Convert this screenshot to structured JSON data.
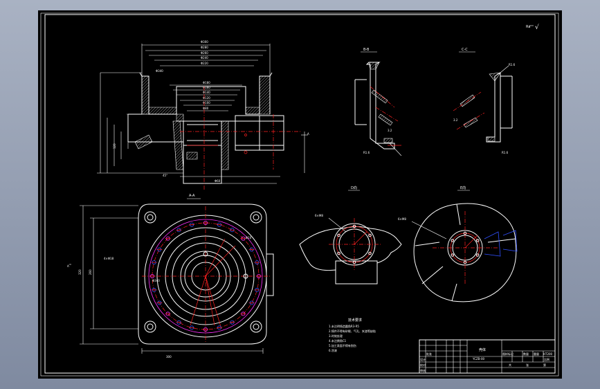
{
  "drawing": {
    "roughness_mark": "√",
    "section_labels": {
      "aa": "A-A",
      "bb": "B-B",
      "cc": "C-C",
      "dd": "D"
    },
    "tech_notes": {
      "heading": "技术要求",
      "lines": [
        "1.未注明铸造圆角R3-R5",
        "2.铸件不得有砂眼、气孔、夹渣等缺陷",
        "3.时效处理",
        "4.未注倒角C1",
        "5.加工表面不得有划伤",
        "6.涂漆"
      ]
    },
    "title_block": {
      "part_name": "壳体",
      "drawing_no": "YCZB-00",
      "material": "HT200",
      "header_labels": [
        "图样标记",
        "数量",
        "重量",
        "比例"
      ],
      "row_labels": [
        "设计",
        "校对",
        "审核",
        "批准"
      ],
      "footer_labels": [
        "共",
        "张",
        "第"
      ]
    }
  },
  "colors": {
    "background": "#000000",
    "line": "#ffffff",
    "centerline": "#ff2020",
    "highlight": "#ff30ff",
    "hole": "#3050ff"
  }
}
